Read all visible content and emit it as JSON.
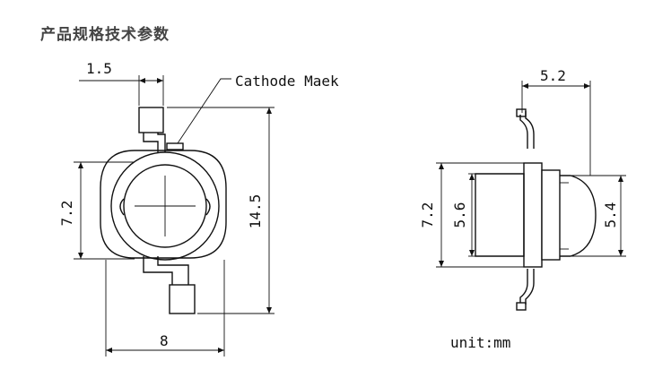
{
  "title": "产品规格技术参数",
  "labels": {
    "cathode_mark": "Cathode Maek",
    "unit": "unit:mm"
  },
  "dims": {
    "left_pad_width": "1.5",
    "left_body_height": "7.2",
    "left_total_height": "14.5",
    "left_width": "8",
    "right_top_width": "5.2",
    "right_body_height": "7.2",
    "right_lens_height": "5.6",
    "right_dome_height": "5.4"
  }
}
